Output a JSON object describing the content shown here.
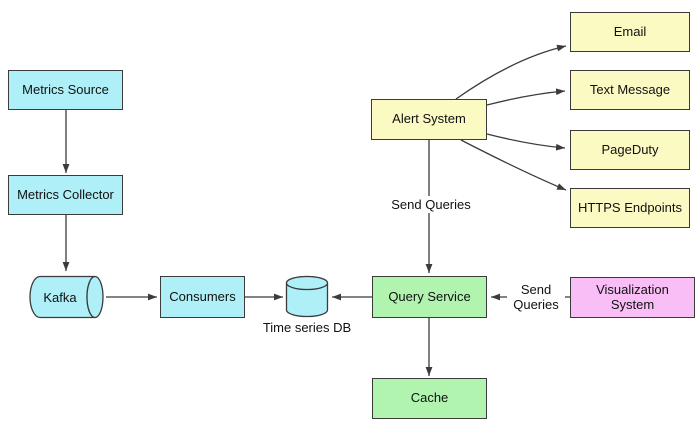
{
  "colors": {
    "cyan": "#AFEFF7",
    "yellow": "#FAFAC2",
    "green": "#B0F4B0",
    "pink": "#F9BEF5",
    "line": "#3B3B3B"
  },
  "diagram": {
    "nodes": {
      "metrics_source": {
        "label": "Metrics Source",
        "shape": "rect",
        "color": "cyan"
      },
      "metrics_collector": {
        "label": "Metrics Collector",
        "shape": "rect",
        "color": "cyan"
      },
      "kafka": {
        "label": "Kafka",
        "shape": "cylinder-horizontal",
        "color": "cyan"
      },
      "consumers": {
        "label": "Consumers",
        "shape": "rect",
        "color": "cyan"
      },
      "time_series_db": {
        "label": "Time series DB",
        "shape": "cylinder-vertical",
        "color": "cyan"
      },
      "query_service": {
        "label": "Query Service",
        "shape": "rect",
        "color": "green"
      },
      "cache": {
        "label": "Cache",
        "shape": "rect",
        "color": "green"
      },
      "alert_system": {
        "label": "Alert System",
        "shape": "rect",
        "color": "yellow"
      },
      "email": {
        "label": "Email",
        "shape": "rect",
        "color": "yellow"
      },
      "text_message": {
        "label": "Text Message",
        "shape": "rect",
        "color": "yellow"
      },
      "pageduty": {
        "label": "PageDuty",
        "shape": "rect",
        "color": "yellow"
      },
      "https_endpoints": {
        "label": "HTTPS Endpoints",
        "shape": "rect",
        "color": "yellow"
      },
      "visualization_system": {
        "label": "Visualization System",
        "shape": "rect",
        "color": "pink"
      }
    },
    "edge_labels": {
      "alert_to_query": "Send Queries",
      "visualization_to_query": "Send Queries"
    },
    "edges": [
      {
        "from": "metrics_source",
        "to": "metrics_collector"
      },
      {
        "from": "metrics_collector",
        "to": "kafka"
      },
      {
        "from": "kafka",
        "to": "consumers"
      },
      {
        "from": "consumers",
        "to": "time_series_db"
      },
      {
        "from": "query_service",
        "to": "time_series_db"
      },
      {
        "from": "alert_system",
        "to": "query_service",
        "label": "Send Queries"
      },
      {
        "from": "query_service",
        "to": "cache"
      },
      {
        "from": "visualization_system",
        "to": "query_service",
        "label": "Send Queries"
      },
      {
        "from": "alert_system",
        "to": "email"
      },
      {
        "from": "alert_system",
        "to": "text_message"
      },
      {
        "from": "alert_system",
        "to": "pageduty"
      },
      {
        "from": "alert_system",
        "to": "https_endpoints"
      }
    ]
  }
}
